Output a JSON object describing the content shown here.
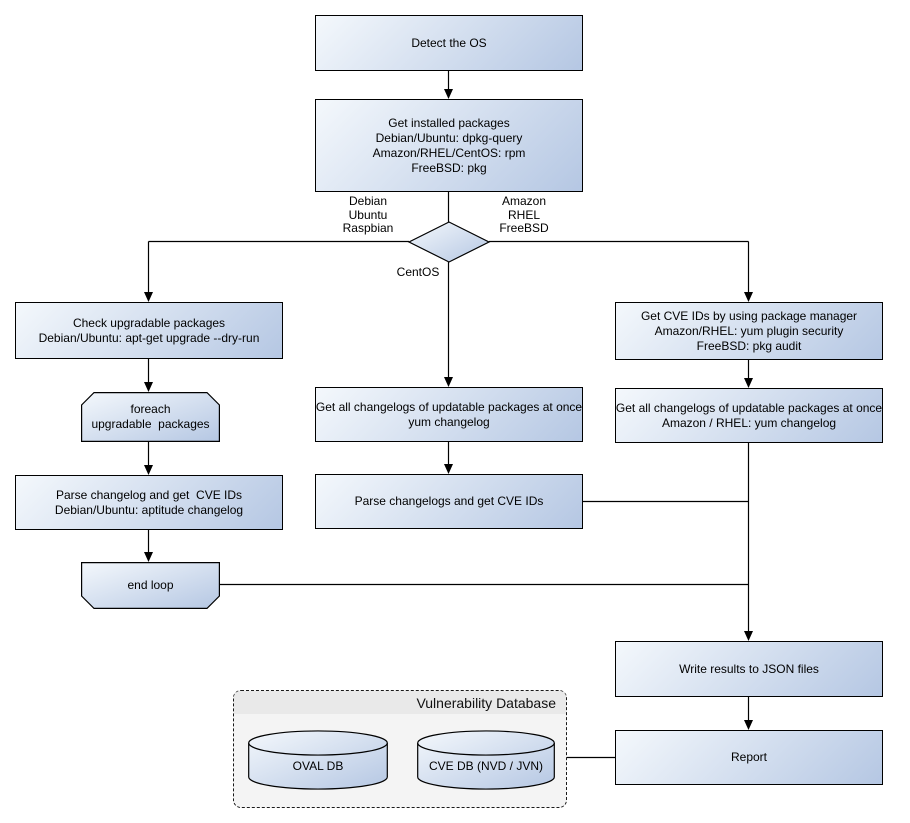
{
  "nodes": {
    "detect_os": "Detect the OS",
    "get_installed_packages": "Get installed packages\nDebian/Ubuntu: dpkg-query\nAmazon/RHEL/CentOS: rpm\nFreeBSD: pkg",
    "check_upgradable": "Check upgradable packages\nDebian/Ubuntu: apt-get upgrade --dry-run",
    "foreach_loop": "foreach\nupgradable  packages",
    "parse_changelog_debian": "Parse changelog and get  CVE IDs\nDebian/Ubuntu: aptitude changelog",
    "end_loop": "end loop",
    "get_changelogs_centos": "Get all changelogs of updatable packages at once\nyum changelog",
    "parse_changelogs_centos": "Parse changelogs and get CVE IDs",
    "get_cve_ids_pkg_manager": "Get CVE IDs by using package manager\nAmazon/RHEL: yum plugin security\nFreeBSD: pkg audit",
    "get_changelogs_amazon": "Get all changelogs of updatable packages at once\nAmazon / RHEL: yum changelog",
    "write_json": "Write results to JSON files",
    "report": "Report"
  },
  "branch_labels": {
    "debian_branch": "Debian\nUbuntu\nRaspbian",
    "amazon_branch": "Amazon\nRHEL\nFreeBSD",
    "centos_branch": "CentOS"
  },
  "vulnerability_database": {
    "title": "Vulnerability Database",
    "oval_db": "OVAL DB",
    "cve_db": "CVE DB (NVD / JVN)"
  },
  "colors": {
    "node_gradient_start": "#f4f8fc",
    "node_gradient_end": "#b5c7e3",
    "node_border": "#000000",
    "connector": "#000000",
    "db_panel_bg": "#f4f4f4",
    "db_panel_header_bg": "#e9e9e9"
  }
}
